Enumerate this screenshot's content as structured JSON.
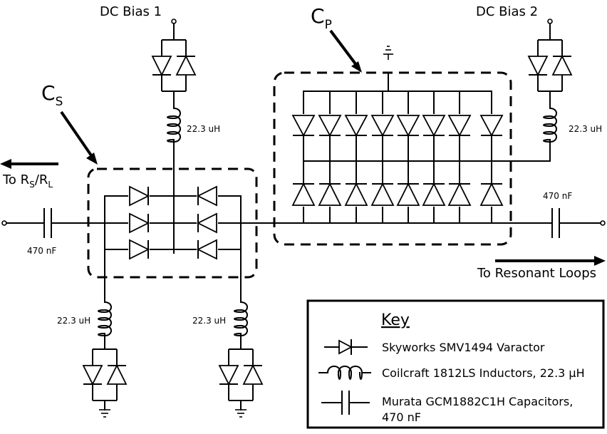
{
  "labels": {
    "dc_bias_1": "DC Bias 1",
    "dc_bias_2": "DC Bias 2",
    "cp_main": "C",
    "cp_sub": "P",
    "cs_main": "C",
    "cs_sub": "S",
    "to_rs_pre": "To R",
    "to_rs_sub1": "S",
    "to_rs_mid": "/R",
    "to_rs_sub2": "L",
    "to_resonant": "To Resonant Loops",
    "cap_left": "470 nF",
    "cap_right": "470 nF",
    "ind_bias1": "22.3 uH",
    "ind_bias2": "22.3 uH",
    "ind_bottom_left": "22.3 uH",
    "ind_bottom_right": "22.3 uH"
  },
  "key": {
    "title": "Key",
    "varactor": "Skyworks SMV1494 Varactor",
    "inductor": "Coilcraft 1812LS Inductors, 22.3 μH",
    "capacitor_line1": "Murata GCM1882C1H Capacitors,",
    "capacitor_line2": "470 nF"
  }
}
